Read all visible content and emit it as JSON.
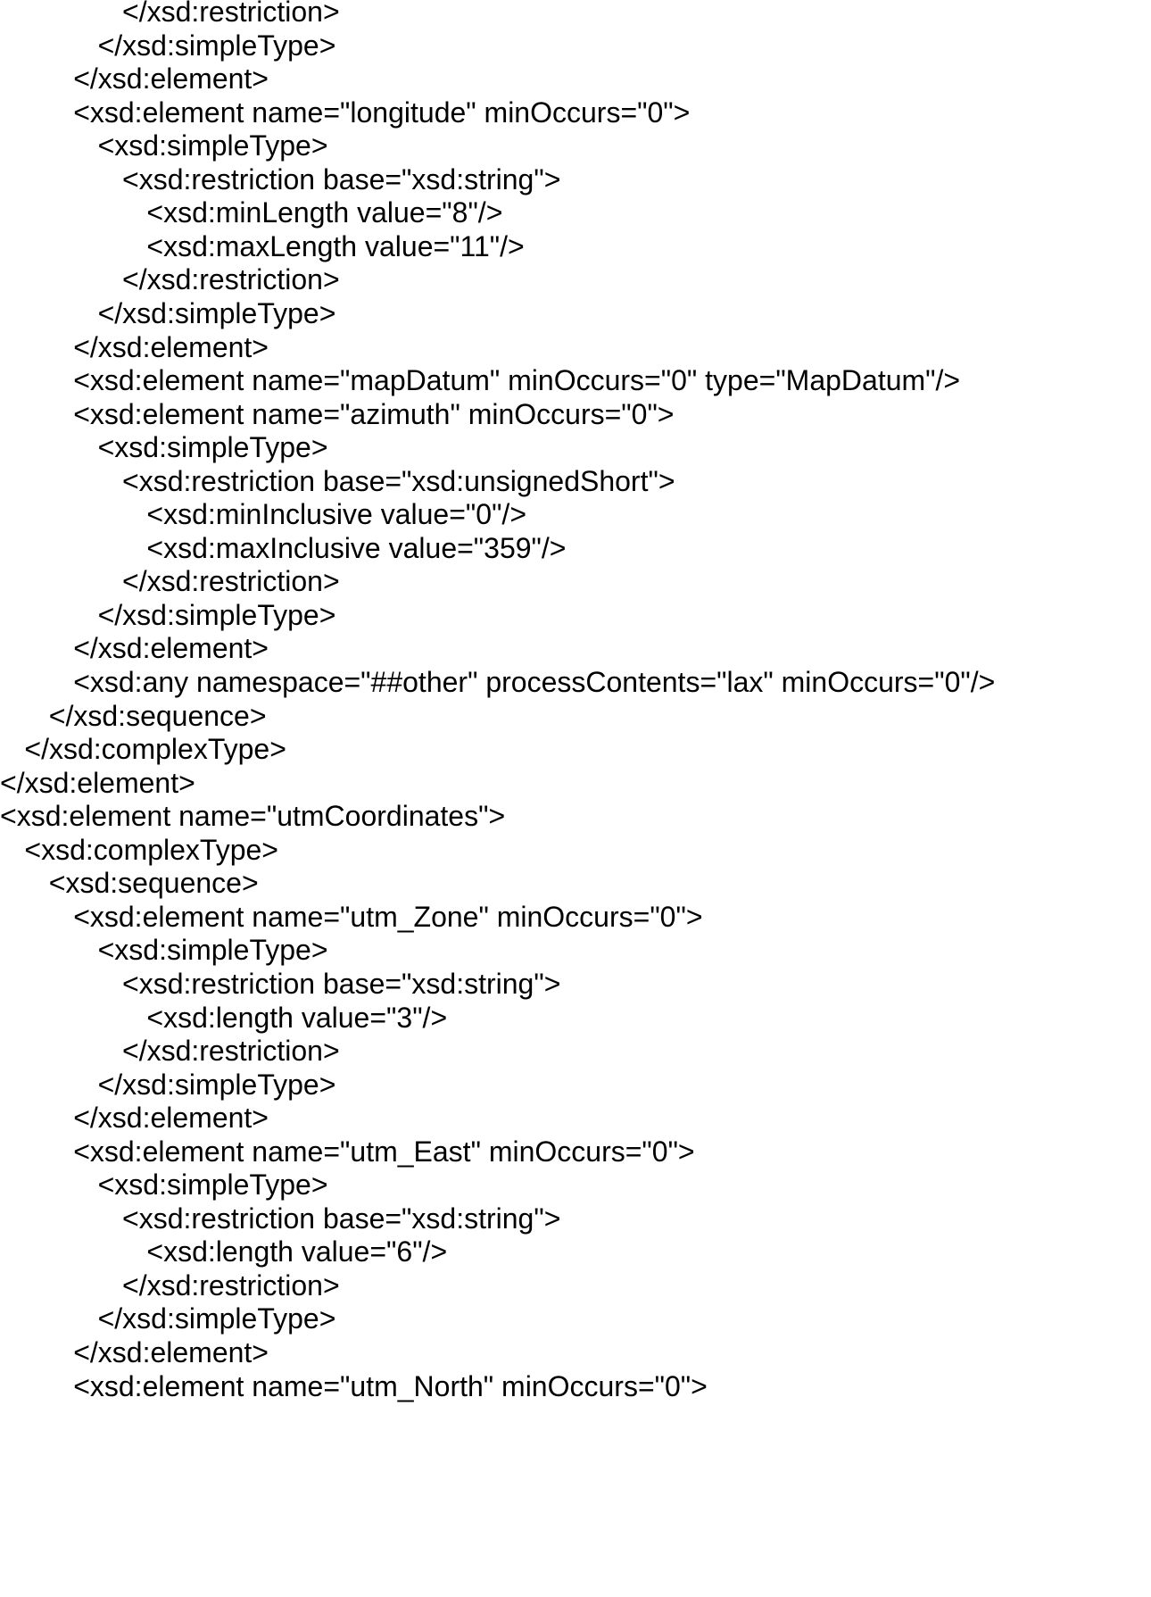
{
  "document": {
    "text_color": "#000000",
    "background_color": "#ffffff",
    "lines": [
      {
        "indent": 5,
        "text": "</xsd:restriction>"
      },
      {
        "indent": 4,
        "text": "</xsd:simpleType>"
      },
      {
        "indent": 3,
        "text": "</xsd:element>"
      },
      {
        "indent": 3,
        "text": "<xsd:element name=\"longitude\" minOccurs=\"0\">"
      },
      {
        "indent": 4,
        "text": "<xsd:simpleType>"
      },
      {
        "indent": 5,
        "text": "<xsd:restriction base=\"xsd:string\">"
      },
      {
        "indent": 6,
        "text": "<xsd:minLength value=\"8\"/>"
      },
      {
        "indent": 6,
        "text": "<xsd:maxLength value=\"11\"/>"
      },
      {
        "indent": 5,
        "text": "</xsd:restriction>"
      },
      {
        "indent": 4,
        "text": "</xsd:simpleType>"
      },
      {
        "indent": 3,
        "text": "</xsd:element>"
      },
      {
        "indent": 3,
        "text": "<xsd:element name=\"mapDatum\" minOccurs=\"0\" type=\"MapDatum\"/>"
      },
      {
        "indent": 3,
        "text": "<xsd:element name=\"azimuth\" minOccurs=\"0\">"
      },
      {
        "indent": 4,
        "text": "<xsd:simpleType>"
      },
      {
        "indent": 5,
        "text": "<xsd:restriction base=\"xsd:unsignedShort\">"
      },
      {
        "indent": 6,
        "text": "<xsd:minInclusive value=\"0\"/>"
      },
      {
        "indent": 6,
        "text": "<xsd:maxInclusive value=\"359\"/>"
      },
      {
        "indent": 5,
        "text": "</xsd:restriction>"
      },
      {
        "indent": 4,
        "text": "</xsd:simpleType>"
      },
      {
        "indent": 3,
        "text": "</xsd:element>"
      },
      {
        "indent": 3,
        "text": "<xsd:any namespace=\"##other\" processContents=\"lax\" minOccurs=\"0\"/>"
      },
      {
        "indent": 2,
        "text": "</xsd:sequence>"
      },
      {
        "indent": 1,
        "text": "</xsd:complexType>"
      },
      {
        "indent": 0,
        "text": "</xsd:element>"
      },
      {
        "indent": 0,
        "text": "<xsd:element name=\"utmCoordinates\">"
      },
      {
        "indent": 1,
        "text": "<xsd:complexType>"
      },
      {
        "indent": 2,
        "text": "<xsd:sequence>"
      },
      {
        "indent": 3,
        "text": "<xsd:element name=\"utm_Zone\" minOccurs=\"0\">"
      },
      {
        "indent": 4,
        "text": "<xsd:simpleType>"
      },
      {
        "indent": 5,
        "text": "<xsd:restriction base=\"xsd:string\">"
      },
      {
        "indent": 6,
        "text": "<xsd:length value=\"3\"/>"
      },
      {
        "indent": 5,
        "text": "</xsd:restriction>"
      },
      {
        "indent": 4,
        "text": "</xsd:simpleType>"
      },
      {
        "indent": 3,
        "text": "</xsd:element>"
      },
      {
        "indent": 3,
        "text": "<xsd:element name=\"utm_East\" minOccurs=\"0\">"
      },
      {
        "indent": 4,
        "text": "<xsd:simpleType>"
      },
      {
        "indent": 5,
        "text": "<xsd:restriction base=\"xsd:string\">"
      },
      {
        "indent": 6,
        "text": "<xsd:length value=\"6\"/>"
      },
      {
        "indent": 5,
        "text": "</xsd:restriction>"
      },
      {
        "indent": 4,
        "text": "</xsd:simpleType>"
      },
      {
        "indent": 3,
        "text": "</xsd:element>"
      },
      {
        "indent": 3,
        "text": "<xsd:element name=\"utm_North\" minOccurs=\"0\">"
      }
    ]
  }
}
